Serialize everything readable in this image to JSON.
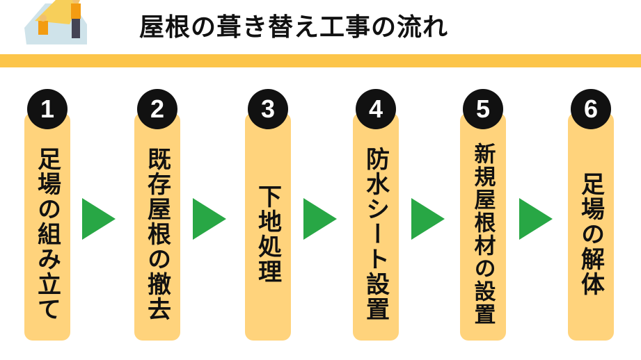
{
  "title": "屋根の葺き替え工事の流れ",
  "colors": {
    "accent_bar": "#FCC54A",
    "card": "#FFD37C",
    "arrow": "#28A745",
    "badge": "#111111"
  },
  "steps": [
    {
      "number": "1",
      "label": "足場の組み立て"
    },
    {
      "number": "2",
      "label": "既存屋根の撤去"
    },
    {
      "number": "3",
      "label": "下地処理"
    },
    {
      "number": "4",
      "label": "防水シート設置"
    },
    {
      "number": "5",
      "label": "新規屋根材の設置"
    },
    {
      "number": "6",
      "label": "足場の解体"
    }
  ]
}
